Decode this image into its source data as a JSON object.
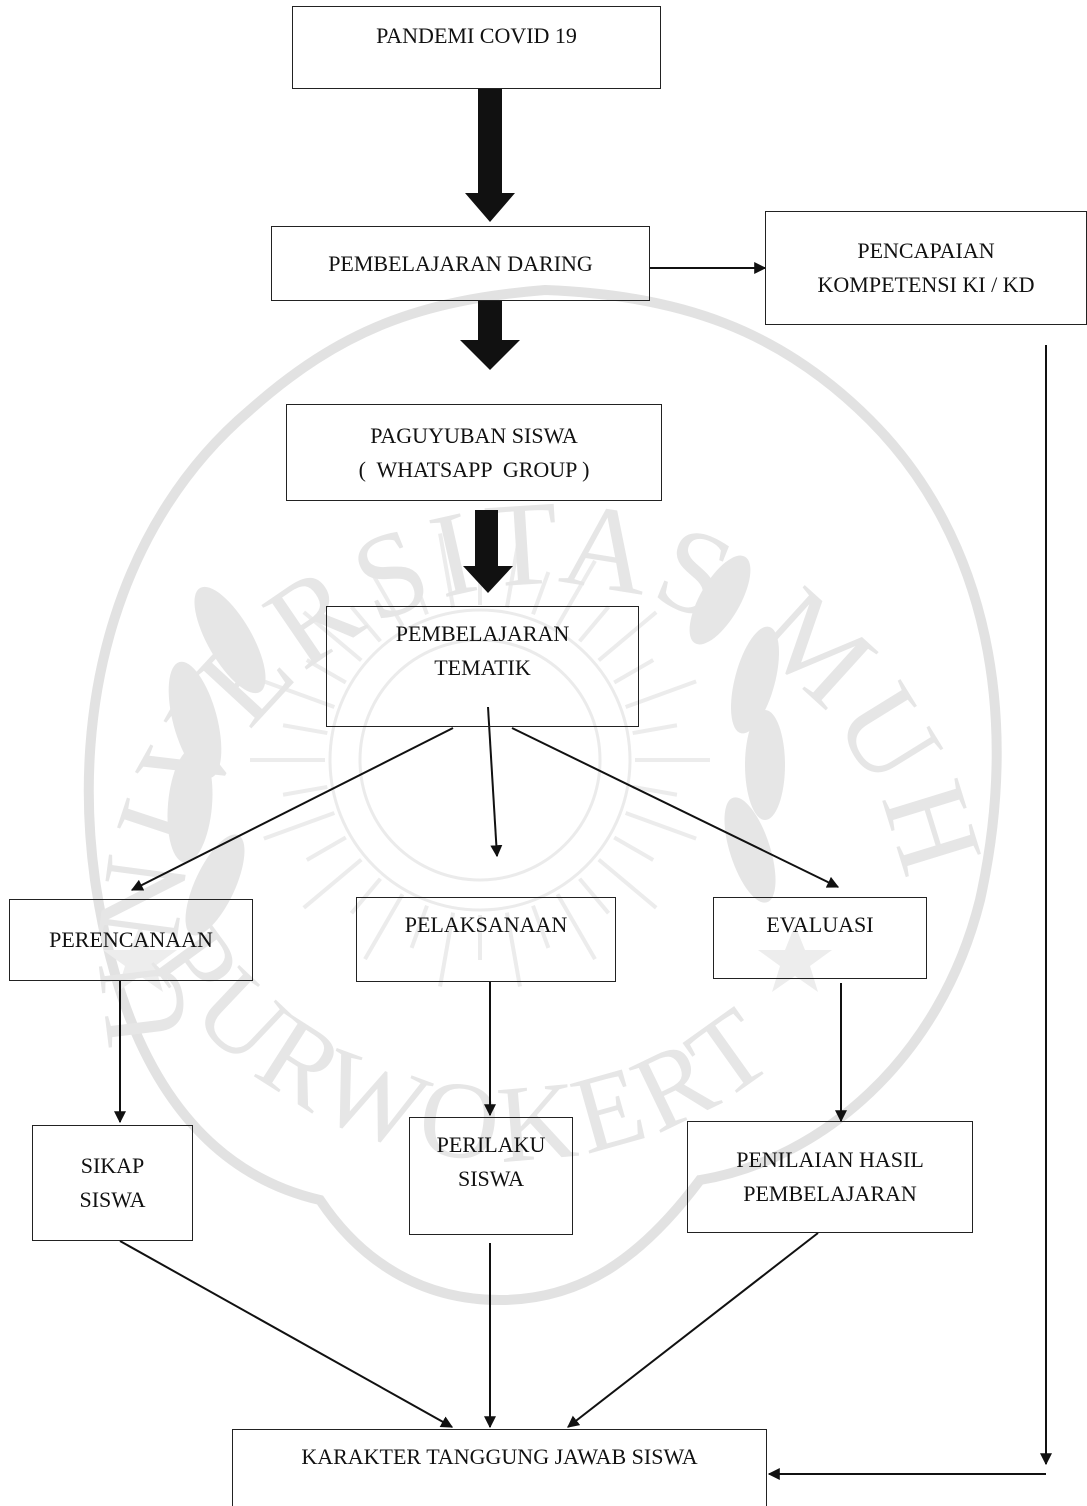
{
  "nodes": {
    "pandemi": {
      "lines": [
        "PANDEMI COVID 19"
      ]
    },
    "daring": {
      "lines": [
        "PEMBELAJARAN DARING"
      ]
    },
    "pencapaian": {
      "lines": [
        "PENCAPAIAN",
        "KOMPETENSI KI / KD"
      ]
    },
    "paguyuban": {
      "lines": [
        "PAGUYUBAN SISWA",
        "(  WHATSAPP  GROUP )"
      ]
    },
    "tematik": {
      "lines": [
        "PEMBELAJARAN",
        "TEMATIK"
      ]
    },
    "perencanaan": {
      "lines": [
        "PERENCANAAN"
      ]
    },
    "pelaksanaan": {
      "lines": [
        "PELAKSANAAN"
      ]
    },
    "evaluasi": {
      "lines": [
        "EVALUASI"
      ]
    },
    "sikap": {
      "lines": [
        "SIKAP",
        "SISWA"
      ]
    },
    "perilaku": {
      "lines": [
        "PERILAKU",
        "SISWA"
      ]
    },
    "penilaian": {
      "lines": [
        "PENILAIAN HASIL",
        "PEMBELAJARAN"
      ]
    },
    "karakter": {
      "lines": [
        "KARAKTER TANGGUNG JAWAB SISWA"
      ]
    }
  },
  "edges": [
    {
      "from": "pandemi",
      "to": "daring",
      "style": "thick"
    },
    {
      "from": "daring",
      "to": "paguyuban",
      "style": "thick"
    },
    {
      "from": "paguyuban",
      "to": "tematik",
      "style": "thick"
    },
    {
      "from": "daring",
      "to": "pencapaian",
      "style": "thin"
    },
    {
      "from": "tematik",
      "to": "perencanaan",
      "style": "thin"
    },
    {
      "from": "tematik",
      "to": "pelaksanaan",
      "style": "thin"
    },
    {
      "from": "tematik",
      "to": "evaluasi",
      "style": "thin"
    },
    {
      "from": "perencanaan",
      "to": "sikap",
      "style": "thin"
    },
    {
      "from": "pelaksanaan",
      "to": "perilaku",
      "style": "thin"
    },
    {
      "from": "evaluasi",
      "to": "penilaian",
      "style": "thin"
    },
    {
      "from": "sikap",
      "to": "karakter",
      "style": "thin"
    },
    {
      "from": "perilaku",
      "to": "karakter",
      "style": "thin"
    },
    {
      "from": "penilaian",
      "to": "karakter",
      "style": "thin"
    },
    {
      "from": "pencapaian",
      "to": "karakter",
      "style": "thin"
    }
  ],
  "watermark": {
    "arc_text": "UNIVERSITAS MUHAMMADIYAH",
    "bottom_text": "PURWOKERTO"
  },
  "colors": {
    "line": "#111111",
    "box_border": "#222222",
    "watermark": "#e4e4e4"
  }
}
